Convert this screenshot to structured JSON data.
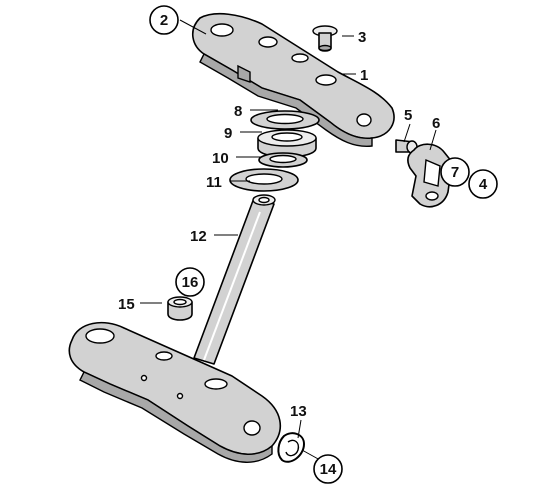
{
  "labels": {
    "l1": "1",
    "l2": "2",
    "l3": "3",
    "l4": "4",
    "l5": "5",
    "l6": "6",
    "l7": "7",
    "l8": "8",
    "l9": "9",
    "l10": "10",
    "l11": "11",
    "l12": "12",
    "l13": "13",
    "l14": "14",
    "l15": "15",
    "l16": "16"
  },
  "colors": {
    "part_fill": "#d2d2d2",
    "outline": "#000000",
    "background": "#ffffff"
  }
}
